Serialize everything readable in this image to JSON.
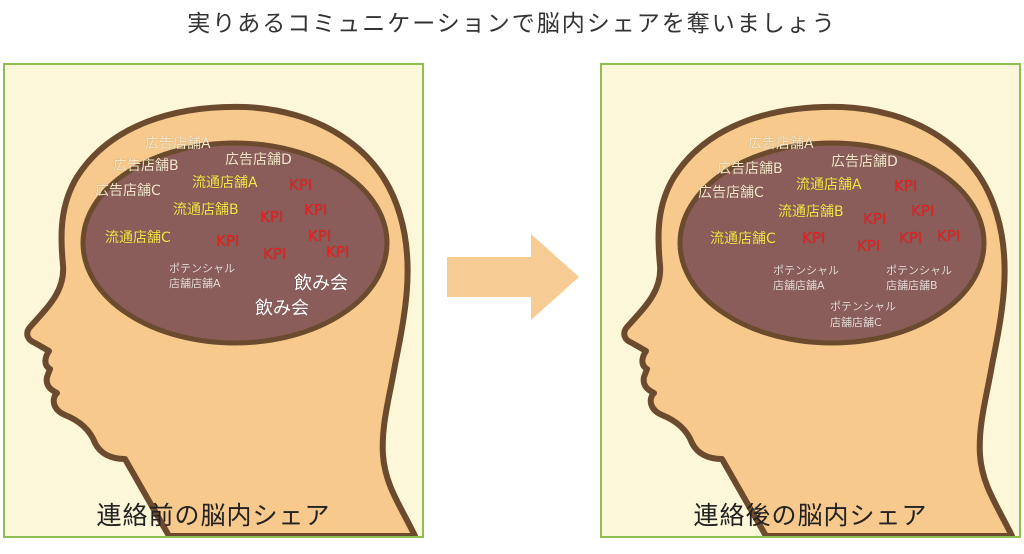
{
  "title": "実りあるコミュニケーションで脳内シェアを奪いましょう",
  "colors": {
    "panel_border": "#8cbf4f",
    "panel_bg": "#fdf7d9",
    "skin": "#f7c98c",
    "skin_outline": "#6b4a2e",
    "brain": "#8b5d5a",
    "ad_label": "#f2e6c8",
    "distribution_label": "#f5e64a",
    "kpi_label": "#e8201e",
    "potential_label": "#e6dcd6",
    "drinking_label": "#ffffff",
    "arrow": "#f7cc94"
  },
  "before": {
    "caption": "連絡前の脳内シェア",
    "labels": [
      {
        "text": "広告店舗A",
        "kind": "ad"
      },
      {
        "text": "広告店舗B",
        "kind": "ad"
      },
      {
        "text": "広告店舗D",
        "kind": "ad"
      },
      {
        "text": "広告店舗C",
        "kind": "ad"
      },
      {
        "text": "流通店舗A",
        "kind": "dist"
      },
      {
        "text": "流通店舗B",
        "kind": "dist"
      },
      {
        "text": "流通店舗C",
        "kind": "dist"
      },
      {
        "text": "KPI",
        "kind": "kpi"
      },
      {
        "text": "KPI",
        "kind": "kpi"
      },
      {
        "text": "KPI",
        "kind": "kpi"
      },
      {
        "text": "KPI",
        "kind": "kpi"
      },
      {
        "text": "KPI",
        "kind": "kpi"
      },
      {
        "text": "KPI",
        "kind": "kpi"
      },
      {
        "text": "KPI",
        "kind": "kpi"
      },
      {
        "text": "ポテンシャル",
        "kind": "pot"
      },
      {
        "text": "店舗店舗A",
        "kind": "pot"
      },
      {
        "text": "飲み会",
        "kind": "drink"
      },
      {
        "text": "飲み会",
        "kind": "drink"
      }
    ]
  },
  "after": {
    "caption": "連絡後の脳内シェア",
    "labels": [
      {
        "text": "広告店舗A",
        "kind": "ad"
      },
      {
        "text": "広告店舗B",
        "kind": "ad"
      },
      {
        "text": "広告店舗D",
        "kind": "ad"
      },
      {
        "text": "広告店舗C",
        "kind": "ad"
      },
      {
        "text": "流通店舗A",
        "kind": "dist"
      },
      {
        "text": "流通店舗B",
        "kind": "dist"
      },
      {
        "text": "流通店舗C",
        "kind": "dist"
      },
      {
        "text": "KPI",
        "kind": "kpi"
      },
      {
        "text": "KPI",
        "kind": "kpi"
      },
      {
        "text": "KPI",
        "kind": "kpi"
      },
      {
        "text": "KPI",
        "kind": "kpi"
      },
      {
        "text": "KPI",
        "kind": "kpi"
      },
      {
        "text": "KPI",
        "kind": "kpi"
      },
      {
        "text": "KPI",
        "kind": "kpi"
      },
      {
        "text": "ポテンシャル",
        "kind": "pot"
      },
      {
        "text": "店舗店舗A",
        "kind": "pot"
      },
      {
        "text": "ポテンシャル",
        "kind": "pot"
      },
      {
        "text": "店舗店舗B",
        "kind": "pot"
      },
      {
        "text": "ポテンシャル",
        "kind": "pot"
      },
      {
        "text": "店舗店舗C",
        "kind": "pot"
      }
    ]
  }
}
